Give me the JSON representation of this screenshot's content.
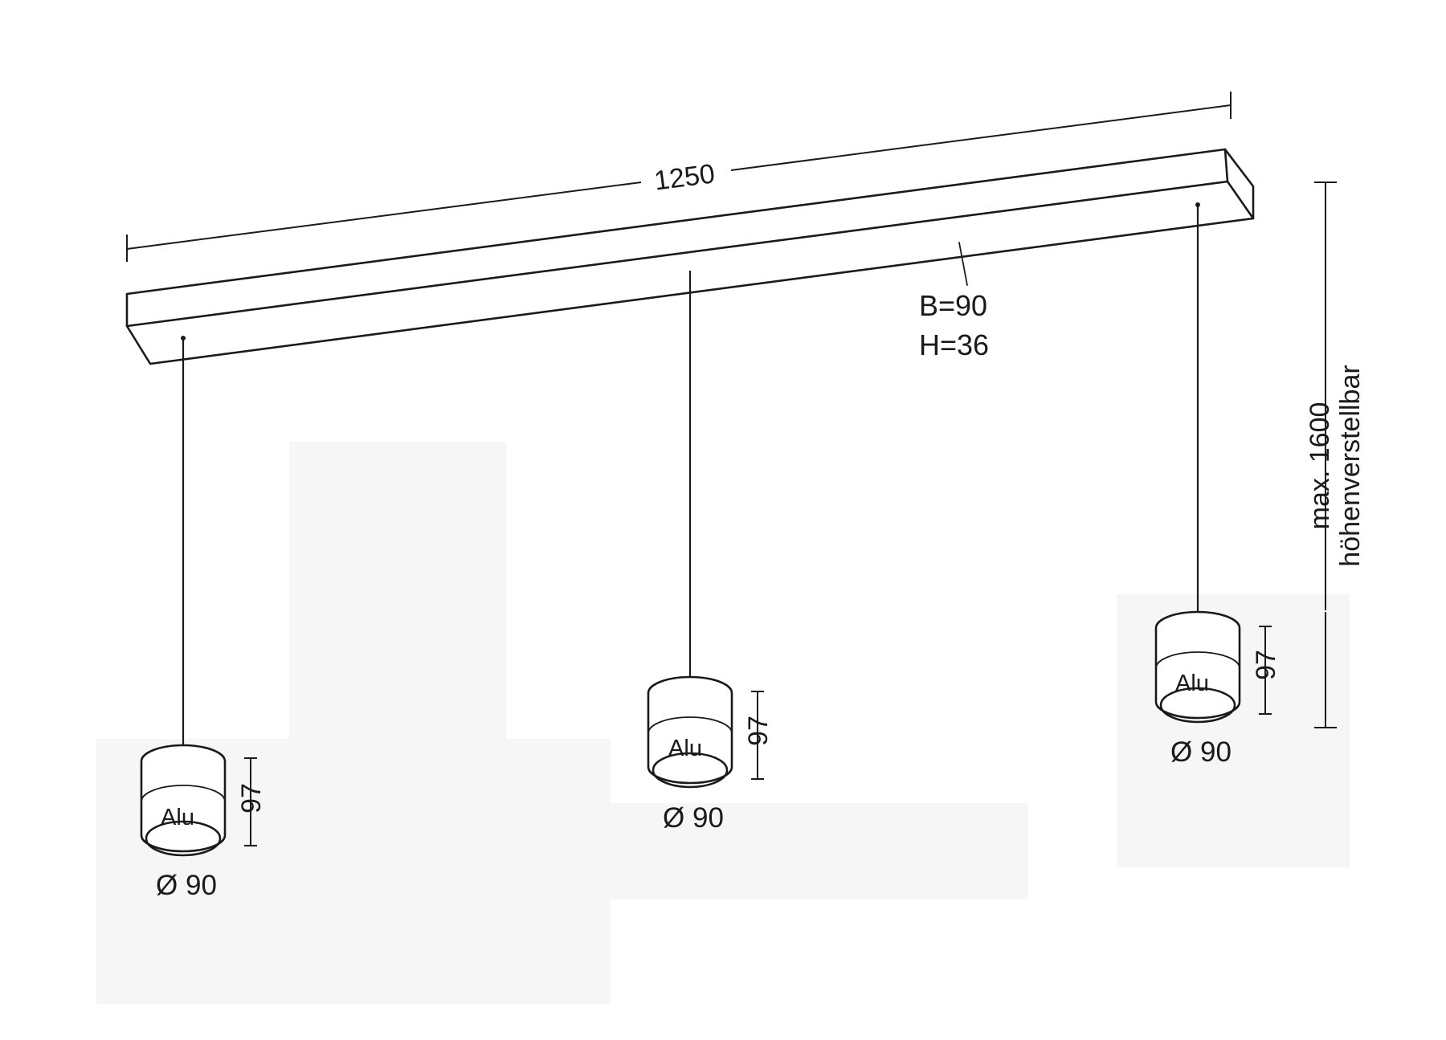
{
  "dimensions": {
    "length": "1250",
    "width": "B=90",
    "height": "H=36",
    "suspension_max": "max. 1600",
    "suspension_note": "höhenverstellbar"
  },
  "pendants": [
    {
      "material": "Alu",
      "height": "97",
      "diameter": "Ø 90"
    },
    {
      "material": "Alu",
      "height": "97",
      "diameter": "Ø 90"
    },
    {
      "material": "Alu",
      "height": "97",
      "diameter": "Ø 90"
    }
  ]
}
